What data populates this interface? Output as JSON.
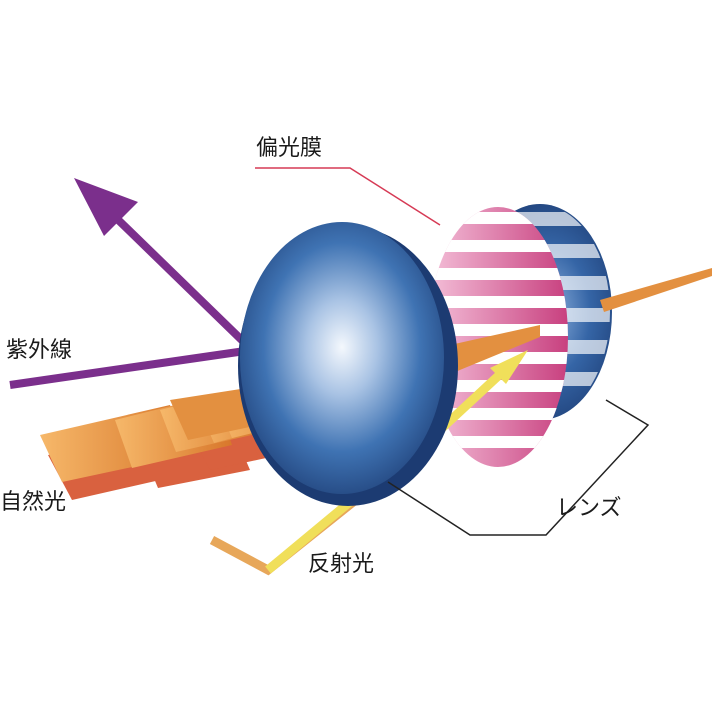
{
  "labels": {
    "polarizing_film": "偏光膜",
    "ultraviolet": "紫外線",
    "natural_light": "自然光",
    "lens": "レンズ",
    "reflected_light": "反射光"
  },
  "colors": {
    "uv_purple": "#7b2f8c",
    "orange": "#e39040",
    "orange_dark": "#d9613f",
    "reflected_yellow": "#f0df5a",
    "lens_blue": "#2c5a98",
    "film_pink": "#d95f9c",
    "leader_red": "#d63a55",
    "leader_dark": "#222222"
  }
}
